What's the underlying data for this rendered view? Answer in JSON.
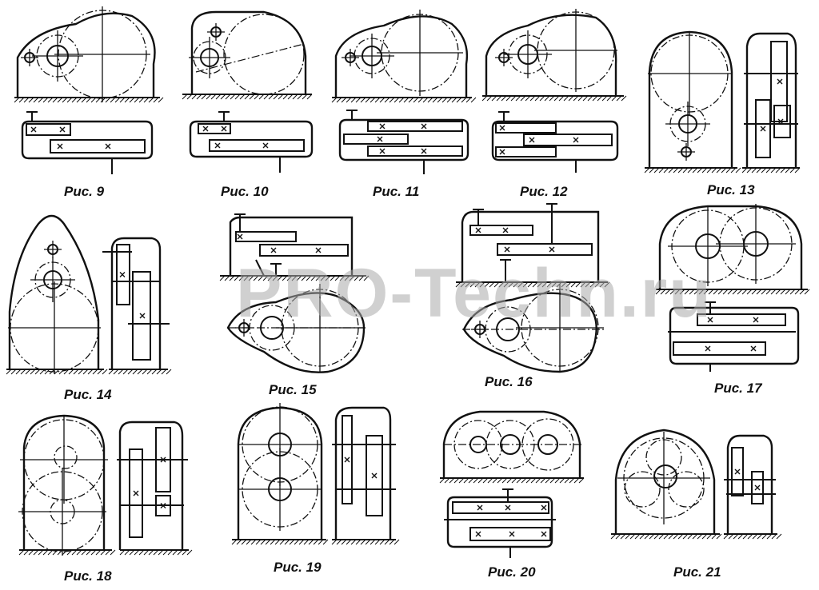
{
  "figures": [
    {
      "label": "Рис. 9"
    },
    {
      "label": "Рис. 10"
    },
    {
      "label": "Рис. 11"
    },
    {
      "label": "Рис. 12"
    },
    {
      "label": "Рис. 13"
    },
    {
      "label": "Рис. 14"
    },
    {
      "label": "Рис. 15"
    },
    {
      "label": "Рис. 16"
    },
    {
      "label": "Рис. 17"
    },
    {
      "label": "Рис. 18"
    },
    {
      "label": "Рис. 19"
    },
    {
      "label": "Рис. 20"
    },
    {
      "label": "Рис. 21"
    }
  ],
  "watermark": "PRO-Techn.ru",
  "colors": {
    "ink": "#111111",
    "watermark": "#aaaaaa"
  }
}
